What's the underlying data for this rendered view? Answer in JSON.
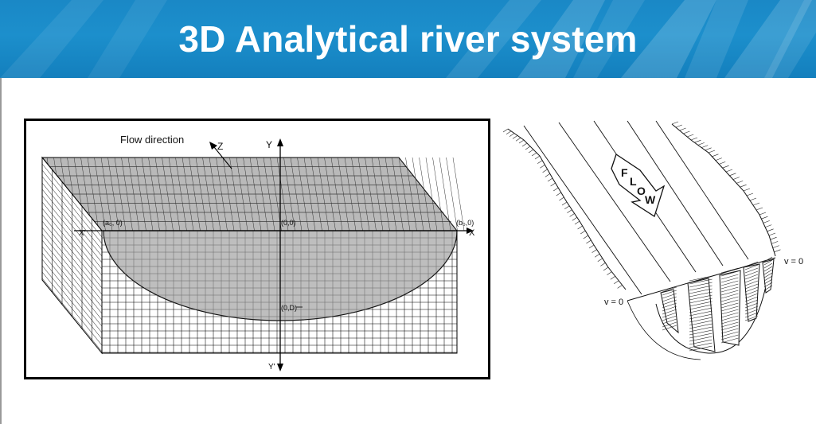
{
  "slide": {
    "title": "3D Analytical river system",
    "header_color": "#1a88c6",
    "title_color": "#ffffff"
  },
  "cross_section": {
    "flow_direction_label": "Flow direction",
    "axis_z": "Z",
    "axis_y_top": "Y",
    "axis_y_bottom": "Y'",
    "axis_x_right": "X",
    "axis_x_left": "X'",
    "point_left": "(a₀, 0)",
    "point_origin": "(0,0)",
    "point_right": "(b₀,0)",
    "point_depth": "(0,D)",
    "channel_fill": "#b9b9b9"
  },
  "flow_view": {
    "flow_letters": [
      "F",
      "L",
      "O",
      "W"
    ],
    "velocity_left": "v = 0",
    "velocity_right": "v = 0"
  }
}
